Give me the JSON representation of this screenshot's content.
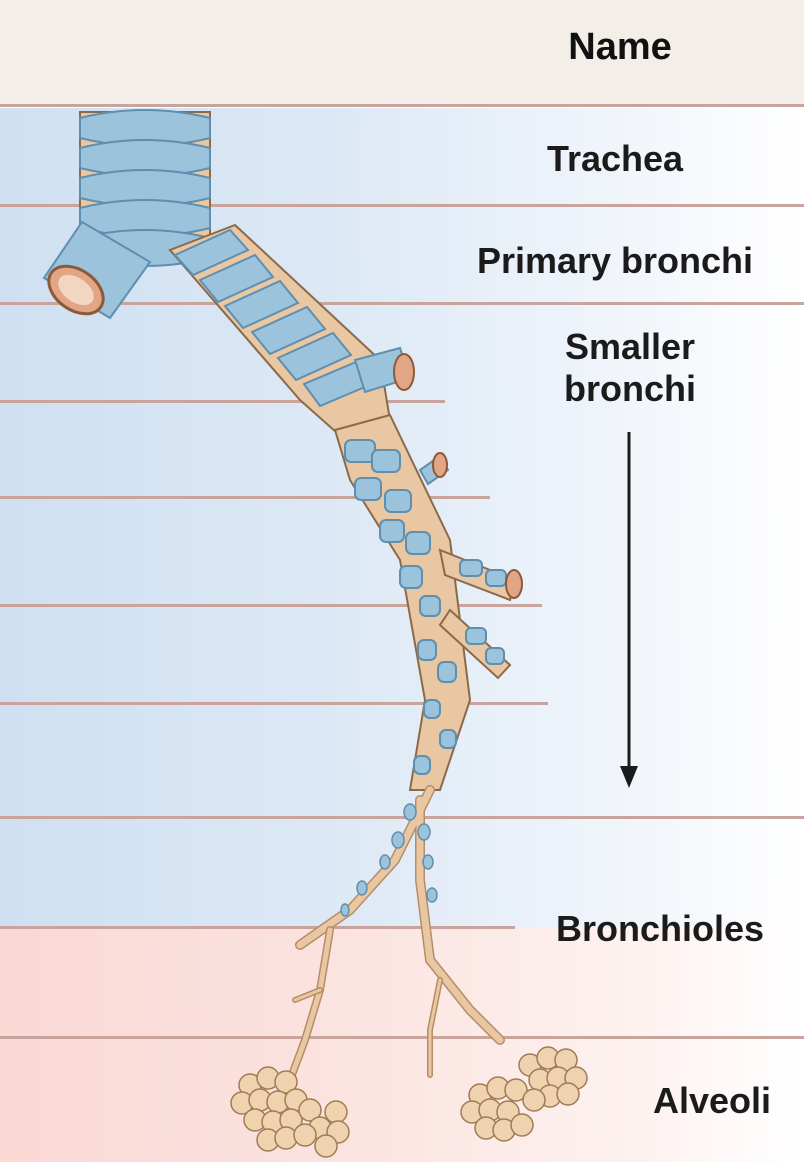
{
  "header": {
    "title": "Name"
  },
  "labels": {
    "trachea": "Trachea",
    "primary_bronchi": "Primary bronchi",
    "smaller_bronchi": "Smaller bronchi",
    "bronchioles": "Bronchioles",
    "alveoli": "Alveoli"
  },
  "colors": {
    "cartilage": "#9cc3dc",
    "tissue": "#e9c7a2",
    "airway_band": "#dce8f5",
    "alveoli_band": "#fbe4e1",
    "rule": "#c9a49c"
  }
}
